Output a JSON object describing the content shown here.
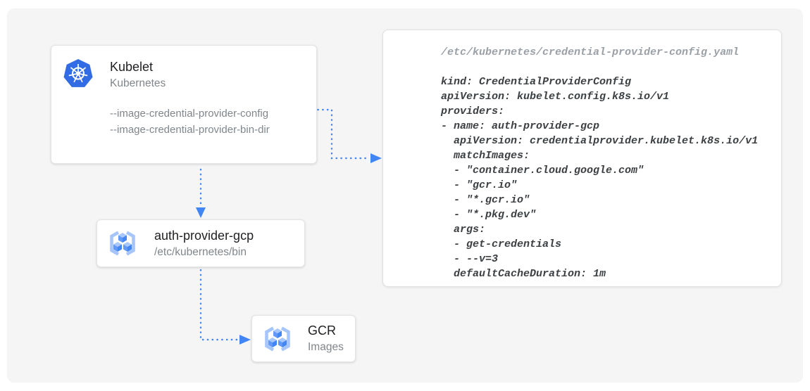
{
  "diagram": {
    "kubelet": {
      "title": "Kubelet",
      "subtitle": "Kubernetes",
      "flags": [
        "--image-credential-provider-config",
        "--image-credential-provider-bin-dir"
      ]
    },
    "auth_provider": {
      "title": "auth-provider-gcp",
      "subtitle": "/etc/kubernetes/bin"
    },
    "gcr": {
      "title": "GCR",
      "subtitle": "Images"
    }
  },
  "code_panel": {
    "filename": "/etc/kubernetes/credential-provider-config.yaml",
    "lines": [
      "kind: CredentialProviderConfig",
      "apiVersion: kubelet.config.k8s.io/v1",
      "providers:",
      "- name: auth-provider-gcp",
      "  apiVersion: credentialprovider.kubelet.k8s.io/v1",
      "  matchImages:",
      "  - \"container.cloud.google.com\"",
      "  - \"gcr.io\"",
      "  - \"*.gcr.io\"",
      "  - \"*.pkg.dev\"",
      "  args:",
      "  - get-credentials",
      "  - --v=3",
      "  defaultCacheDuration: 1m"
    ]
  },
  "icons": {
    "kubelet": "kubernetes-icon",
    "auth_provider": "container-registry-icon",
    "gcr": "container-registry-icon"
  },
  "colors": {
    "arrow_blue": "#4285f4",
    "kubernetes_blue": "#326ce5",
    "cube_top": "#a8c7fb",
    "cube_left": "#6199f8",
    "cube_right": "#4285f4",
    "bracket_blue": "#a6c5fa",
    "canvas_gray": "#f5f5f6"
  }
}
